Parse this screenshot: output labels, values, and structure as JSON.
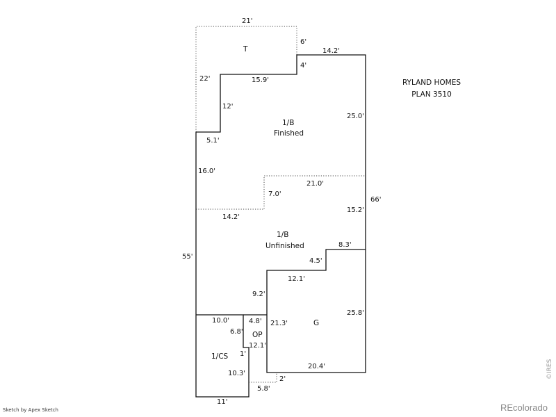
{
  "plan_title": {
    "line1": "RYLAND HOMES",
    "line2": "PLAN 3510"
  },
  "rooms": {
    "terrace": "T",
    "first_b_finished_1": "1/B",
    "first_b_finished_2": "Finished",
    "first_b_unfinished_1": "1/B",
    "first_b_unfinished_2": "Unfinished",
    "garage": "G",
    "open_porch": "OP",
    "crawl_space": "1/CS"
  },
  "dimensions": {
    "d21_top": "21'",
    "d6": "6'",
    "d14_2_top": "14.2'",
    "d4": "4'",
    "d22": "22'",
    "d15_9": "15.9'",
    "d12": "12'",
    "d25_0": "25.0'",
    "d5_1": "5.1'",
    "d16_0": "16.0'",
    "d21_0": "21.0'",
    "d7_0": "7.0'",
    "d66": "66'",
    "d15_2": "15.2'",
    "d14_2_mid": "14.2'",
    "d55": "55'",
    "d8_3": "8.3'",
    "d4_5": "4.5'",
    "d12_1_upper": "12.1'",
    "d9_2": "9.2'",
    "d25_8": "25.8'",
    "d10_0": "10.0'",
    "d4_8": "4.8'",
    "d21_3": "21.3'",
    "d6_8": "6.8'",
    "d12_1_lower": "12.1'",
    "d1": "1'",
    "d10_3": "10.3'",
    "d20_4": "20.4'",
    "d2": "2'",
    "d5_8": "5.8'",
    "d11": "11'"
  },
  "footer": {
    "credit": "Sketch by Apex Sketch",
    "brand": "REcolorado",
    "ires": "©IRES"
  }
}
